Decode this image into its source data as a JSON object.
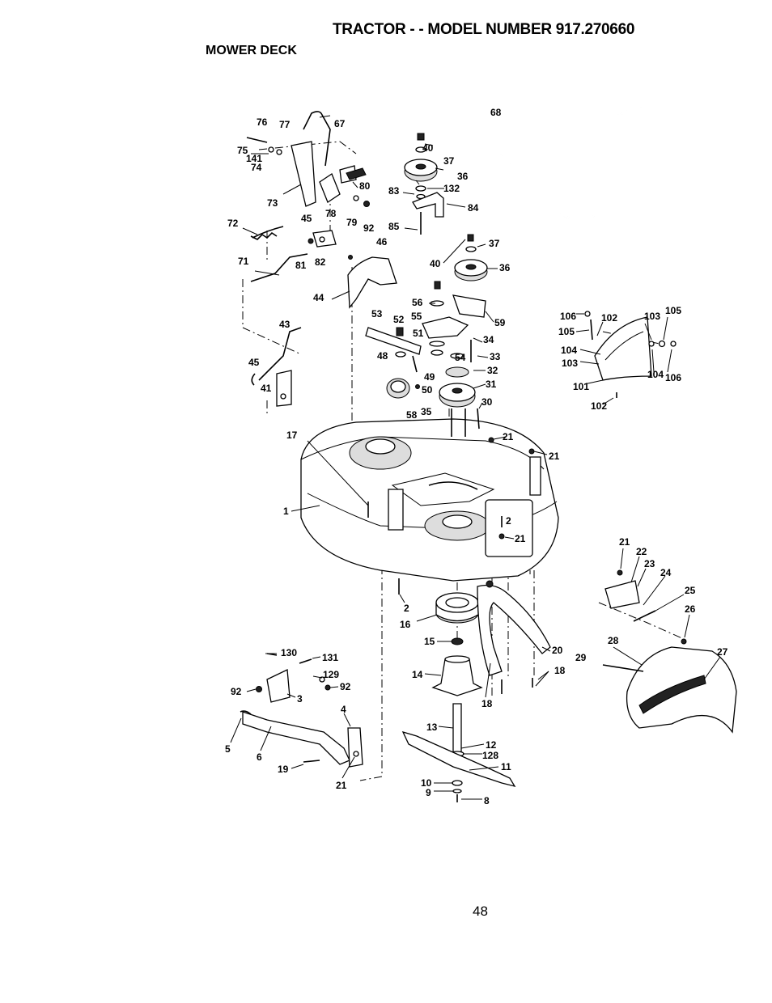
{
  "header": {
    "title": "TRACTOR - - MODEL NUMBER 917.270660",
    "section": "MOWER DECK"
  },
  "footer": {
    "page_number": "48"
  },
  "callouts": [
    {
      "id": "c76",
      "label": "76"
    },
    {
      "id": "c77",
      "label": "77"
    },
    {
      "id": "c67",
      "label": "67"
    },
    {
      "id": "c75",
      "label": "75"
    },
    {
      "id": "c141",
      "label": "141"
    },
    {
      "id": "c74",
      "label": "74"
    },
    {
      "id": "c80",
      "label": "80"
    },
    {
      "id": "c73",
      "label": "73"
    },
    {
      "id": "c78",
      "label": "78"
    },
    {
      "id": "c79",
      "label": "79"
    },
    {
      "id": "c92a",
      "label": "92"
    },
    {
      "id": "c45a",
      "label": "45"
    },
    {
      "id": "c72",
      "label": "72"
    },
    {
      "id": "c46",
      "label": "46"
    },
    {
      "id": "c81",
      "label": "81"
    },
    {
      "id": "c82",
      "label": "82"
    },
    {
      "id": "c71",
      "label": "71"
    },
    {
      "id": "c44",
      "label": "44"
    },
    {
      "id": "c43",
      "label": "43"
    },
    {
      "id": "c45b",
      "label": "45"
    },
    {
      "id": "c41",
      "label": "41"
    },
    {
      "id": "c68",
      "label": "68"
    },
    {
      "id": "c40a",
      "label": "40"
    },
    {
      "id": "c37a",
      "label": "37"
    },
    {
      "id": "c36a",
      "label": "36"
    },
    {
      "id": "c83",
      "label": "83"
    },
    {
      "id": "c132",
      "label": "132"
    },
    {
      "id": "c84",
      "label": "84"
    },
    {
      "id": "c85",
      "label": "85"
    },
    {
      "id": "c37b",
      "label": "37"
    },
    {
      "id": "c40b",
      "label": "40"
    },
    {
      "id": "c36b",
      "label": "36"
    },
    {
      "id": "c56",
      "label": "56"
    },
    {
      "id": "c55",
      "label": "55"
    },
    {
      "id": "c53",
      "label": "53"
    },
    {
      "id": "c52",
      "label": "52"
    },
    {
      "id": "c59",
      "label": "59"
    },
    {
      "id": "c51",
      "label": "51"
    },
    {
      "id": "c34",
      "label": "34"
    },
    {
      "id": "c54",
      "label": "54"
    },
    {
      "id": "c33",
      "label": "33"
    },
    {
      "id": "c48",
      "label": "48"
    },
    {
      "id": "c49",
      "label": "49"
    },
    {
      "id": "c32",
      "label": "32"
    },
    {
      "id": "c31",
      "label": "31"
    },
    {
      "id": "c50",
      "label": "50"
    },
    {
      "id": "c30",
      "label": "30"
    },
    {
      "id": "c58",
      "label": "58"
    },
    {
      "id": "c35",
      "label": "35"
    },
    {
      "id": "c21a",
      "label": "21"
    },
    {
      "id": "c21b",
      "label": "21"
    },
    {
      "id": "c17",
      "label": "17"
    },
    {
      "id": "c1",
      "label": "1"
    },
    {
      "id": "c2a",
      "label": "2"
    },
    {
      "id": "c21c",
      "label": "21"
    },
    {
      "id": "c2b",
      "label": "2"
    },
    {
      "id": "c16",
      "label": "16"
    },
    {
      "id": "c15",
      "label": "15"
    },
    {
      "id": "c20",
      "label": "20"
    },
    {
      "id": "c14",
      "label": "14"
    },
    {
      "id": "c18a",
      "label": "18"
    },
    {
      "id": "c18b",
      "label": "18"
    },
    {
      "id": "c13",
      "label": "13"
    },
    {
      "id": "c12",
      "label": "12"
    },
    {
      "id": "c128",
      "label": "128"
    },
    {
      "id": "c11",
      "label": "11"
    },
    {
      "id": "c10",
      "label": "10"
    },
    {
      "id": "c9",
      "label": "9"
    },
    {
      "id": "c8",
      "label": "8"
    },
    {
      "id": "c130",
      "label": "130"
    },
    {
      "id": "c131",
      "label": "131"
    },
    {
      "id": "c129",
      "label": "129"
    },
    {
      "id": "c92b",
      "label": "92"
    },
    {
      "id": "c92c",
      "label": "92"
    },
    {
      "id": "c3",
      "label": "3"
    },
    {
      "id": "c4",
      "label": "4"
    },
    {
      "id": "c5",
      "label": "5"
    },
    {
      "id": "c6",
      "label": "6"
    },
    {
      "id": "c19",
      "label": "19"
    },
    {
      "id": "c21d",
      "label": "21"
    },
    {
      "id": "c106a",
      "label": "106"
    },
    {
      "id": "c102a",
      "label": "102"
    },
    {
      "id": "c103a",
      "label": "103"
    },
    {
      "id": "c105a",
      "label": "105"
    },
    {
      "id": "c105b",
      "label": "105"
    },
    {
      "id": "c104a",
      "label": "104"
    },
    {
      "id": "c103b",
      "label": "103"
    },
    {
      "id": "c101",
      "label": "101"
    },
    {
      "id": "c104b",
      "label": "104"
    },
    {
      "id": "c106b",
      "label": "106"
    },
    {
      "id": "c102b",
      "label": "102"
    },
    {
      "id": "c21e",
      "label": "21"
    },
    {
      "id": "c22",
      "label": "22"
    },
    {
      "id": "c23",
      "label": "23"
    },
    {
      "id": "c24",
      "label": "24"
    },
    {
      "id": "c25",
      "label": "25"
    },
    {
      "id": "c26",
      "label": "26"
    },
    {
      "id": "c28",
      "label": "28"
    },
    {
      "id": "c29",
      "label": "29"
    },
    {
      "id": "c27",
      "label": "27"
    }
  ]
}
